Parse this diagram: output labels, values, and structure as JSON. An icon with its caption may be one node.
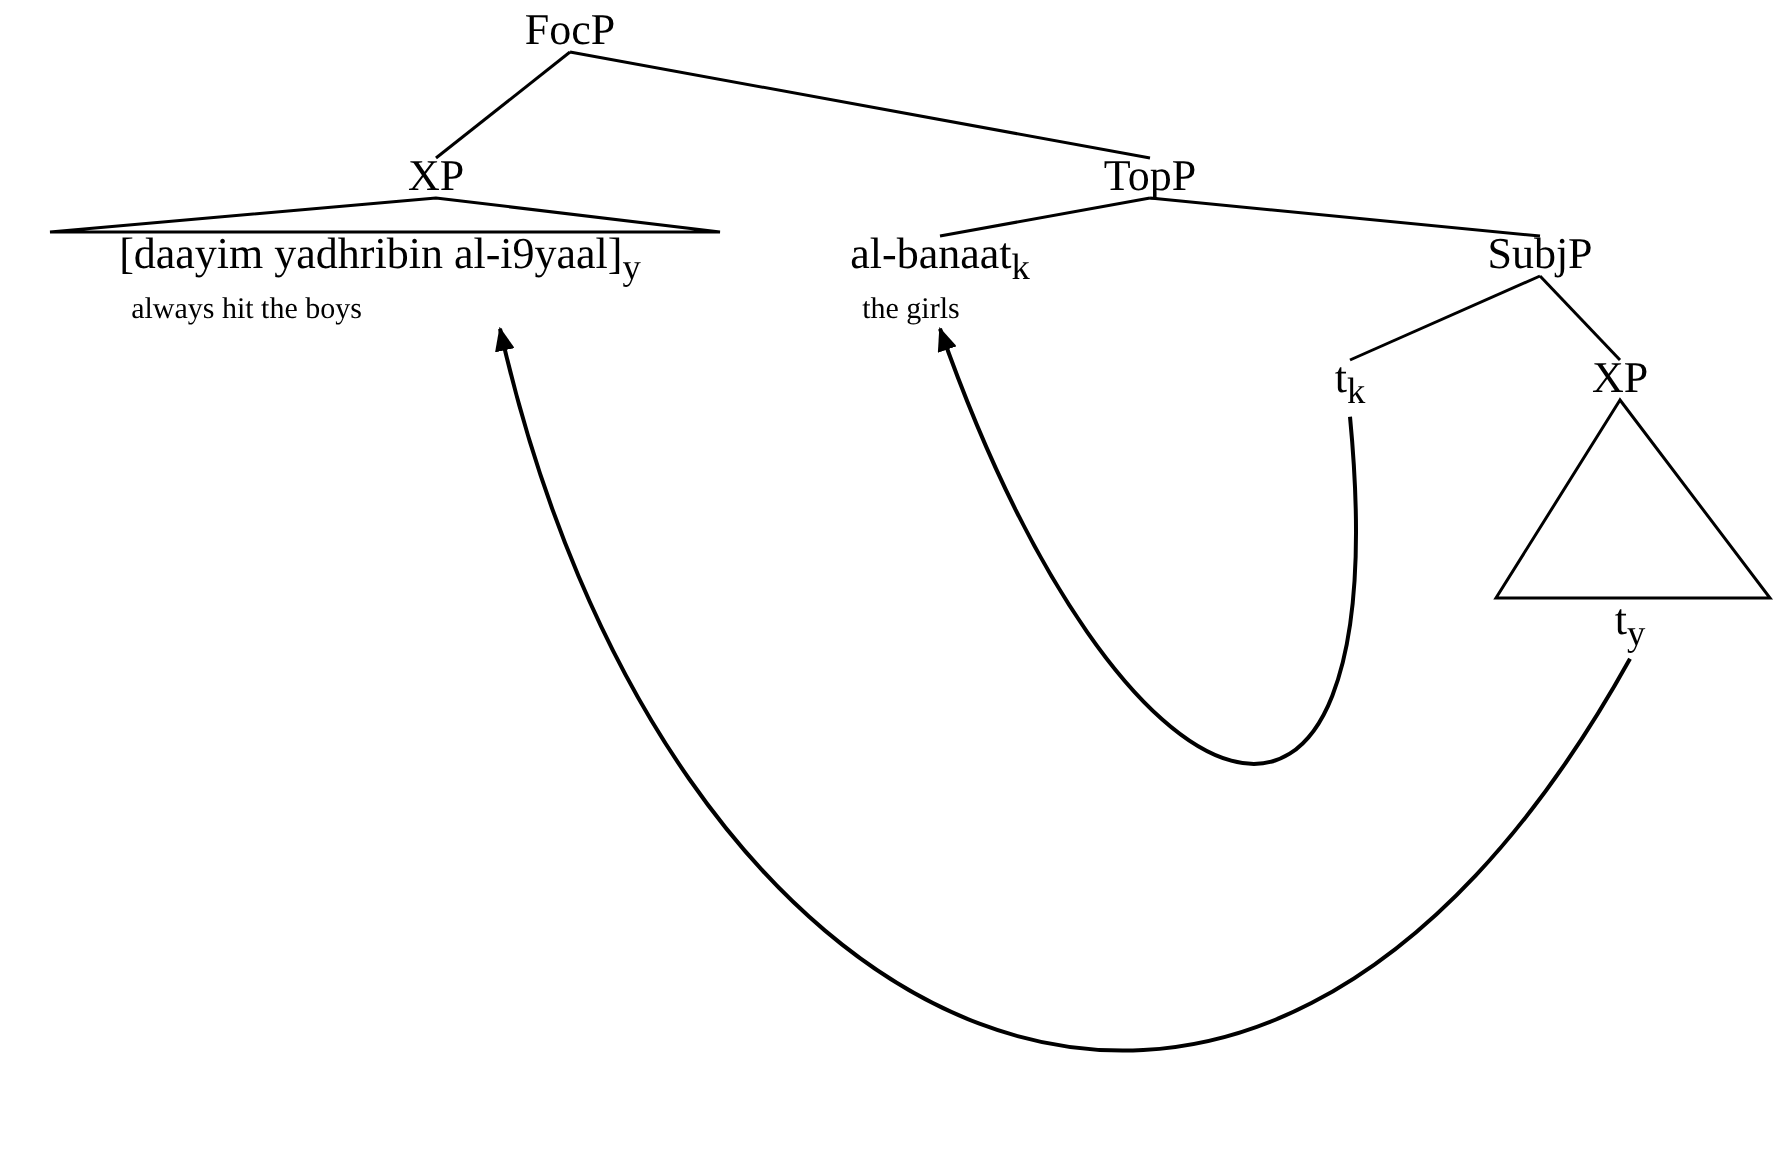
{
  "diagram": {
    "nodes": [
      {
        "text": [
          "FocP"
        ]
      },
      {
        "text": [
          "XP"
        ]
      },
      {
        "text": [
          "TopP"
        ]
      },
      {
        "text": [
          "[daayim yadhribin al-i9yaal]$_{y}$",
          "always hit the boys"
        ]
      },
      {
        "text": [
          "al-banaat$_{k}$",
          "the girls"
        ]
      },
      {
        "text": [
          "SubjP"
        ]
      },
      {
        "text": [
          "t$_{k}$"
        ]
      },
      {
        "text": [
          "XP"
        ]
      },
      {
        "text": [
          "t$_{y}$"
        ]
      }
    ],
    "edges": [
      {
        "from": 0,
        "to": 1,
        "arrow": "none"
      },
      {
        "from": 0,
        "to": 2,
        "arrow": "none"
      },
      {
        "from": 1,
        "to": 3,
        "arrow": "none"
      },
      {
        "from": 2,
        "to": 4,
        "arrow": "none"
      },
      {
        "from": 2,
        "to": 5,
        "arrow": "none"
      },
      {
        "from": 5,
        "to": 6,
        "arrow": "none"
      },
      {
        "from": 5,
        "to": 7,
        "arrow": "none"
      },
      {
        "from": 7,
        "to": 8,
        "arrow": "none"
      },
      {
        "from": 6,
        "to": 4,
        "arrow": "to"
      },
      {
        "from": 8,
        "to": 3,
        "arrow": "to"
      }
    ]
  }
}
